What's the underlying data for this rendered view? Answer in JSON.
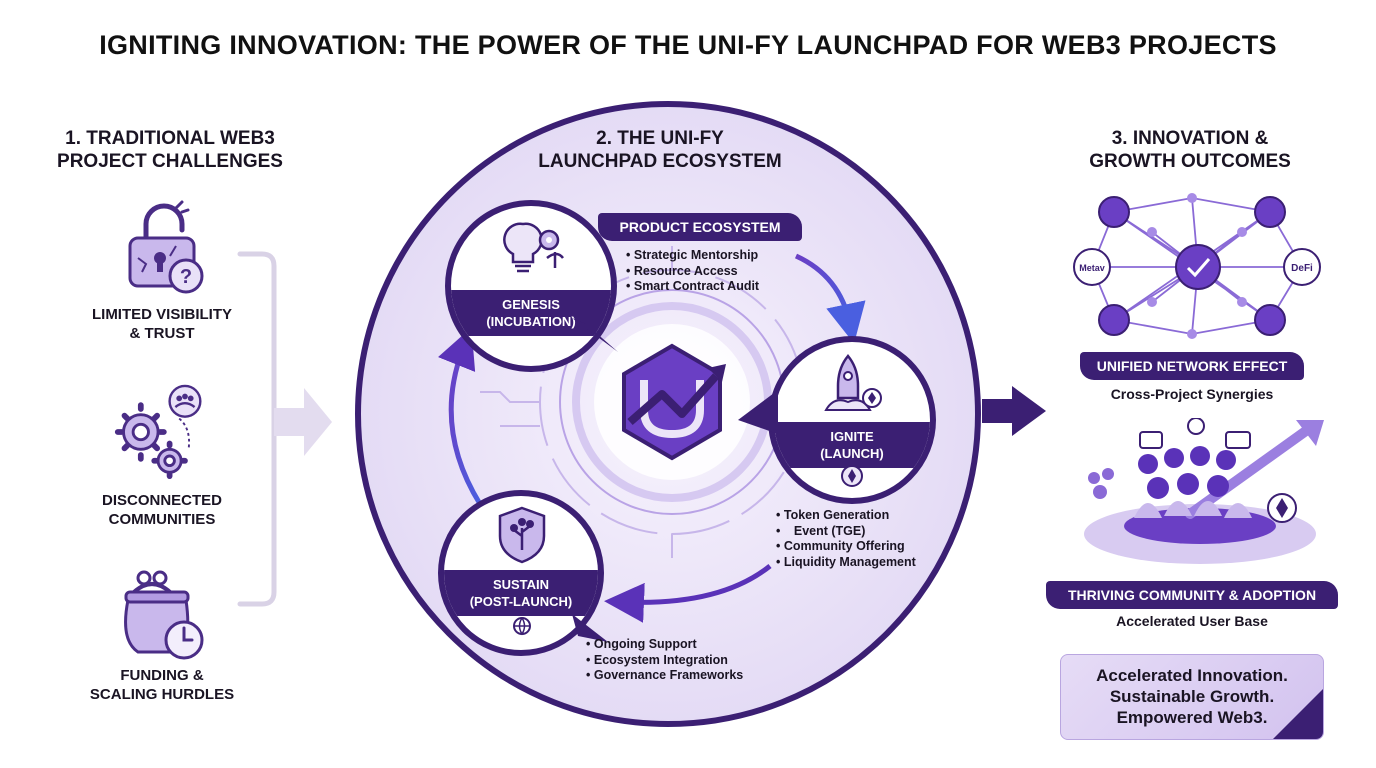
{
  "title": "IGNITING INNOVATION: THE POWER OF THE UNI-FY LAUNCHPAD FOR WEB3 PROJECTS",
  "left": {
    "heading_line1": "1. TRADITIONAL WEB3",
    "heading_line2": "PROJECT CHALLENGES",
    "challenges": [
      {
        "line1": "LIMITED VISIBILITY",
        "line2": "& TRUST",
        "icon": "broken-lock-icon"
      },
      {
        "line1": "DISCONNECTED",
        "line2": "COMMUNITIES",
        "icon": "gears-community-icon"
      },
      {
        "line1": "FUNDING &",
        "line2": "SCALING HURDLES",
        "icon": "purse-clock-icon"
      }
    ]
  },
  "middle": {
    "heading_line1": "2. THE UNI-FY",
    "heading_line2": "LAUNCHPAD ECOSYSTEM",
    "product_pill": "PRODUCT ECOSYSTEM",
    "genesis": {
      "line1": "GENESIS",
      "line2": "(INCUBATION)",
      "icon": "lightbulb-gear-icon",
      "bullets": [
        "Strategic Mentorship",
        "Resource Access",
        "Smart Contract Audit"
      ]
    },
    "ignite": {
      "line1": "IGNITE",
      "line2": "(LAUNCH)",
      "icon": "rocket-icon",
      "bullets": [
        "Token Generation",
        "Event (TGE)",
        "Community Offering",
        "Liquidity Management"
      ]
    },
    "sustain": {
      "line1": "SUSTAIN",
      "line2": "(POST-LAUNCH)",
      "icon": "shield-tree-icon",
      "bullets": [
        "Ongoing Support",
        "Ecosystem Integration",
        "Governance Frameworks"
      ]
    },
    "center_icon": "unify-logo-icon"
  },
  "right": {
    "heading_line1": "3. INNOVATION &",
    "heading_line2": "GROWTH OUTCOMES",
    "network": {
      "node_left": "Metav",
      "node_right": "DeFi",
      "pill": "UNIFIED NETWORK EFFECT",
      "caption": "Cross-Project Synergies"
    },
    "community": {
      "pill": "THRIVING COMMUNITY & ADOPTION",
      "caption": "Accelerated User Base"
    },
    "final": [
      "Accelerated Innovation.",
      "Sustainable Growth.",
      "Empowered Web3."
    ]
  },
  "colors": {
    "primary": "#3b1f73",
    "accent": "#6a3fc4",
    "light": "#ece5f8",
    "blue_arrow": "#4a5fe0"
  }
}
